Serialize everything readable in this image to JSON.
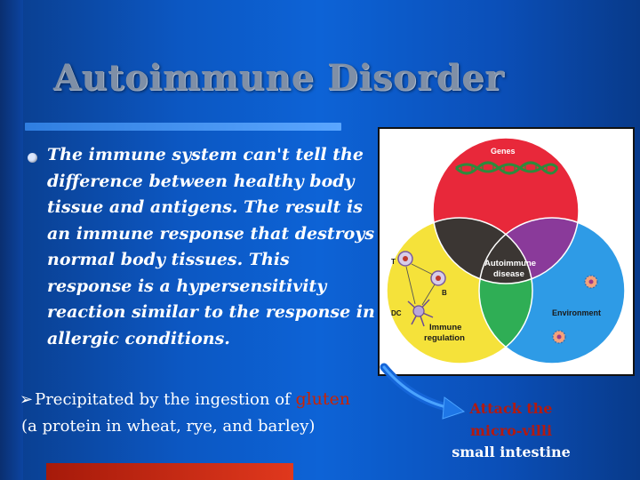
{
  "slide": {
    "title": "Autoimmune Disorder",
    "bullet_text": "The immune system can't tell the difference between healthy body tissue and antigens. The result is an immune response that destroys normal body tissues. This response is a hypersensitivity reaction similar to the response in allergic conditions.",
    "sub_bullet": {
      "line1_prefix": "Precipitated by the ingestion of",
      "highlight": "gluten",
      "line2": "(a protein in wheat, rye, and barley)"
    },
    "note": {
      "line1": "Attack the",
      "line2": "micro-villi",
      "line3": "small intestine"
    }
  },
  "diagram": {
    "genes_label": "Genes",
    "center_label_1": "Autoimmune",
    "center_label_2": "disease",
    "environment_label": "Environment",
    "immune_label_1": "Immune",
    "immune_label_2": "regulation",
    "cell_t": "T",
    "cell_b": "B",
    "cell_dc": "DC"
  },
  "colors": {
    "genes_circle": "#e8283a",
    "immune_circle": "#f5e23a",
    "environment_circle": "#2e9be6",
    "center": "#3b3633",
    "dna_green": "#2e8a3c",
    "highlight_red": "#cc2200",
    "title_gray": "#7f8fa6",
    "accent_bar": "#3f8fee",
    "bottom_bar": "#c8281a"
  }
}
